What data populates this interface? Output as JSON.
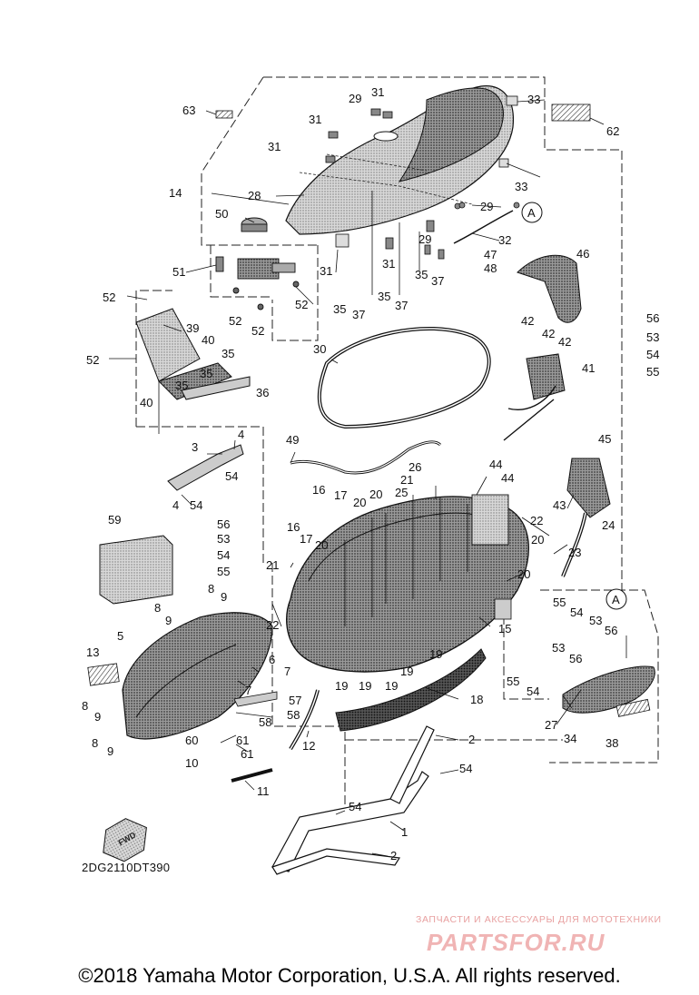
{
  "diagram": {
    "reference_code": "2DG2110DT390",
    "fwd_label": "FWD",
    "connector_label": "A",
    "callouts": [
      "1",
      "2",
      "3",
      "4",
      "5",
      "6",
      "7",
      "8",
      "9",
      "10",
      "11",
      "12",
      "13",
      "14",
      "15",
      "16",
      "17",
      "18",
      "19",
      "20",
      "21",
      "22",
      "23",
      "24",
      "25",
      "26",
      "27",
      "28",
      "29",
      "30",
      "31",
      "32",
      "33",
      "34",
      "35",
      "36",
      "37",
      "38",
      "39",
      "40",
      "41",
      "42",
      "43",
      "44",
      "45",
      "46",
      "47",
      "48",
      "49",
      "50",
      "51",
      "52",
      "53",
      "54",
      "55",
      "56",
      "57",
      "58",
      "59",
      "60",
      "61",
      "62",
      "63"
    ]
  },
  "watermark": {
    "tagline": "ЗАПЧАСТИ И АКСЕССУАРЫ ДЛЯ МОТОТЕХНИКИ",
    "brand": "PARTSFOR.RU"
  },
  "footer": {
    "copyright": "©2018 Yamaha Motor Corporation, U.S.A. All rights reserved."
  }
}
